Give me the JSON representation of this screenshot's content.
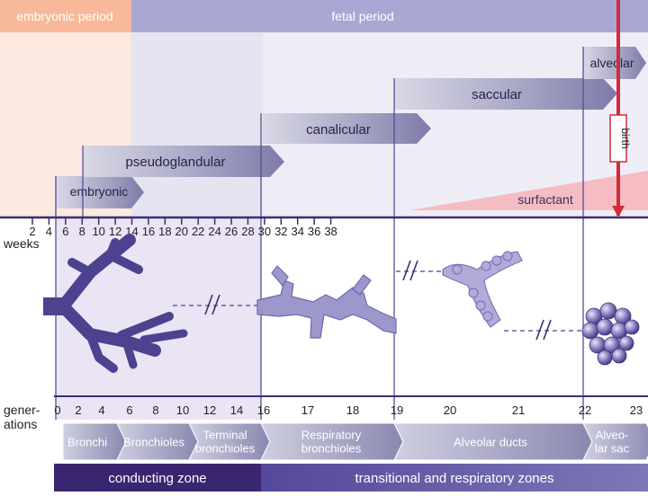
{
  "periods": {
    "embryonic": "embryonic period",
    "fetal": "fetal period"
  },
  "stages": [
    {
      "label": "embryonic"
    },
    {
      "label": "pseudoglandular"
    },
    {
      "label": "canalicular"
    },
    {
      "label": "saccular"
    },
    {
      "label": "alveolar"
    }
  ],
  "birth_label": "birth",
  "surfactant_label": "surfactant",
  "weeks": {
    "title": "weeks",
    "ticks": [
      "2",
      "4",
      "6",
      "8",
      "10",
      "12",
      "14",
      "16",
      "18",
      "20",
      "22",
      "24",
      "26",
      "28",
      "30",
      "32",
      "34",
      "36",
      "38"
    ]
  },
  "generations": {
    "title": "gener-\nations",
    "ticks": [
      "0",
      "2",
      "4",
      "6",
      "8",
      "10",
      "12",
      "14",
      "16",
      "17",
      "18",
      "19",
      "20",
      "21",
      "22",
      "23"
    ]
  },
  "structures": [
    {
      "label": "Bronchi"
    },
    {
      "label": "Bronchioles"
    },
    {
      "label": "Terminal\nbronchioles"
    },
    {
      "label": "Respiratory\nbronchioles"
    },
    {
      "label": "Alveolar ducts"
    },
    {
      "label": "Alveo-\nlar sac"
    }
  ],
  "zones": {
    "conducting": "conducting zone",
    "transitional": "transitional and respiratory zones"
  },
  "colors": {
    "embryonic_period": "#f7b99a",
    "fetal_period": "#a9a7d4",
    "stage_arrow": "#8e8eb0",
    "axis": "#3d2c73",
    "tissue": "#5a4f9a",
    "birth_line": "#d22b3a",
    "conducting_zone": "#3a2570",
    "transitional_zone": "#6c64a8"
  }
}
